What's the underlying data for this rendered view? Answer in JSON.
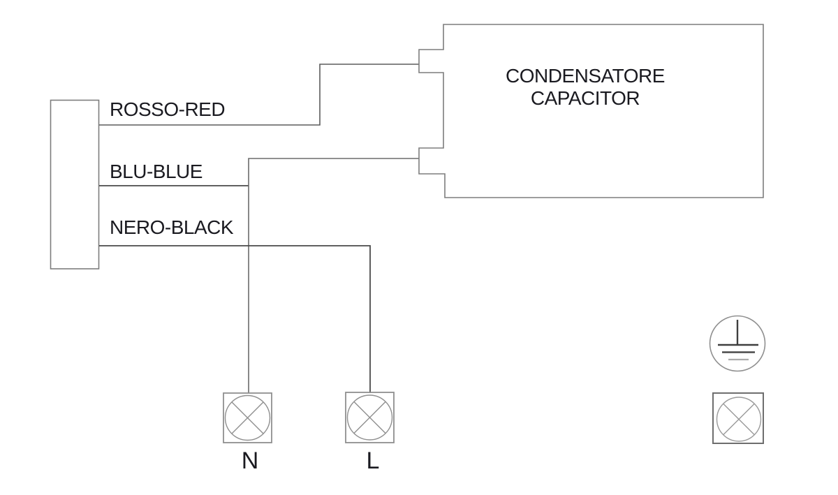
{
  "diagram": {
    "type": "electrical-wiring-diagram",
    "background_color": "#ffffff",
    "outline_color": "#808080",
    "wire_color": "#565656",
    "text_color": "#1a1a20",
    "connector": {
      "name": "connector-block"
    },
    "wires": [
      {
        "id": "red",
        "label": "ROSSO-RED",
        "connects_to": "capacitor-top-terminal"
      },
      {
        "id": "blue",
        "label": "BLU-BLUE",
        "connects_to": "capacitor-bottom-terminal-and-N"
      },
      {
        "id": "black",
        "label": "NERO-BLACK",
        "connects_to": "L"
      }
    ],
    "capacitor": {
      "label_line1": "CONDENSATORE",
      "label_line2": "CAPACITOR"
    },
    "terminals": [
      {
        "id": "neutral",
        "label": "N",
        "symbol": "lamp-terminal-icon"
      },
      {
        "id": "line",
        "label": "L",
        "symbol": "lamp-terminal-icon"
      }
    ],
    "legend_symbols": [
      {
        "name": "protective-earth-icon"
      },
      {
        "name": "lamp-terminal-icon"
      }
    ]
  }
}
